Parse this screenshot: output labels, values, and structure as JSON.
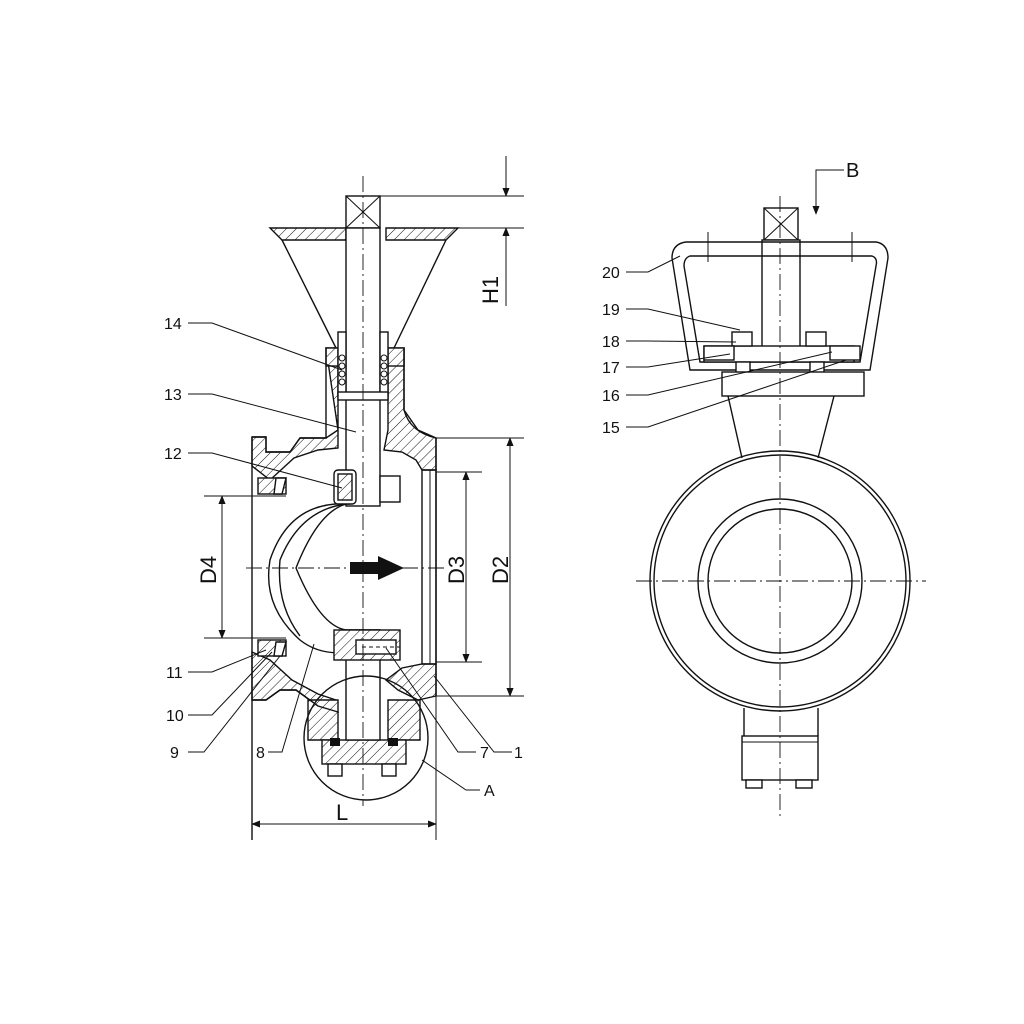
{
  "part_labels": {
    "p1": "1",
    "p7": "7",
    "p8": "8",
    "p9": "9",
    "p10": "10",
    "p11": "11",
    "p12": "12",
    "p13": "13",
    "p14": "14",
    "p15": "15",
    "p16": "16",
    "p17": "17",
    "p18": "18",
    "p19": "19",
    "p20": "20"
  },
  "dimension_labels": {
    "h1": "H1",
    "d2": "D2",
    "d3": "D3",
    "d4": "D4",
    "l": "L"
  },
  "view_labels": {
    "detail": "A",
    "view": "B"
  }
}
